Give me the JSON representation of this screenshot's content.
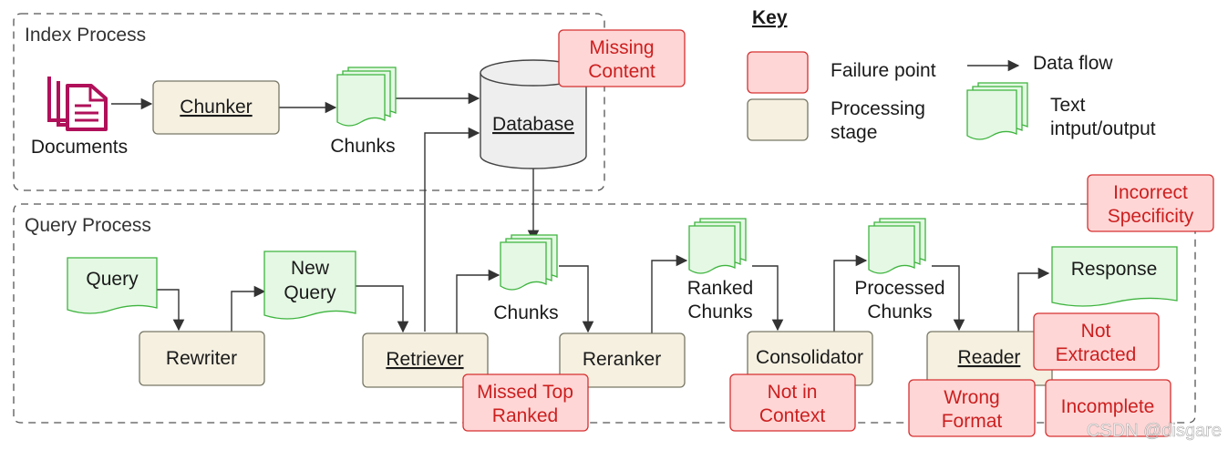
{
  "regions": {
    "index": "Index Process",
    "query": "Query Process"
  },
  "index_process": {
    "documents": "Documents",
    "chunker": "Chunker",
    "chunks": "Chunks",
    "database": "Database"
  },
  "query_process": {
    "query": "Query",
    "rewriter": "Rewriter",
    "new_query": [
      "New",
      "Query"
    ],
    "retriever": "Retriever",
    "chunks": "Chunks",
    "reranker": "Reranker",
    "ranked_chunks": [
      "Ranked",
      "Chunks"
    ],
    "consolidator": "Consolidator",
    "processed_chunks": [
      "Processed",
      "Chunks"
    ],
    "reader": "Reader",
    "response": "Response"
  },
  "failure_points": {
    "missing_content": [
      "Missing",
      "Content"
    ],
    "missed_top_ranked": [
      "Missed Top",
      "Ranked"
    ],
    "not_in_context": [
      "Not in",
      "Context"
    ],
    "wrong_format": [
      "Wrong",
      "Format"
    ],
    "incomplete": [
      "Incomplete"
    ],
    "not_extracted": [
      "Not",
      "Extracted"
    ],
    "incorrect_specificity": [
      "Incorrect",
      "Specificity"
    ]
  },
  "key": {
    "title": "Key",
    "failure_point": "Failure point",
    "data_flow": "Data flow",
    "processing_stage": [
      "Processing",
      "stage"
    ],
    "text_io": [
      "Text",
      "intput/output"
    ]
  },
  "colors": {
    "failure_fill": "#ffd6d6",
    "failure_stroke": "#d63030",
    "failure_text": "#cc1f1f",
    "stage_fill": "#f5f0e0",
    "doc_fill": "#e4f8e4",
    "doc_stroke": "#3fb43f",
    "documents_icon": "#b0105a"
  },
  "icons": {
    "documents": "documents-stack-icon",
    "text_io": "text-document-stack-icon",
    "database": "database-cylinder-icon"
  },
  "watermark": "CSDN @disgare"
}
